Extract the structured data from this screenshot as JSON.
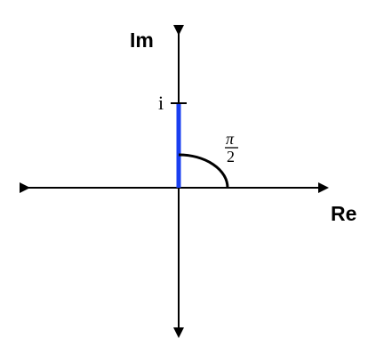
{
  "labels": {
    "real_axis": "Re",
    "imag_axis": "Im",
    "tick": "i",
    "angle_numerator": "π",
    "angle_denominator": "2"
  },
  "colors": {
    "vector": "#1a3ff0",
    "axes": "#000000"
  }
}
